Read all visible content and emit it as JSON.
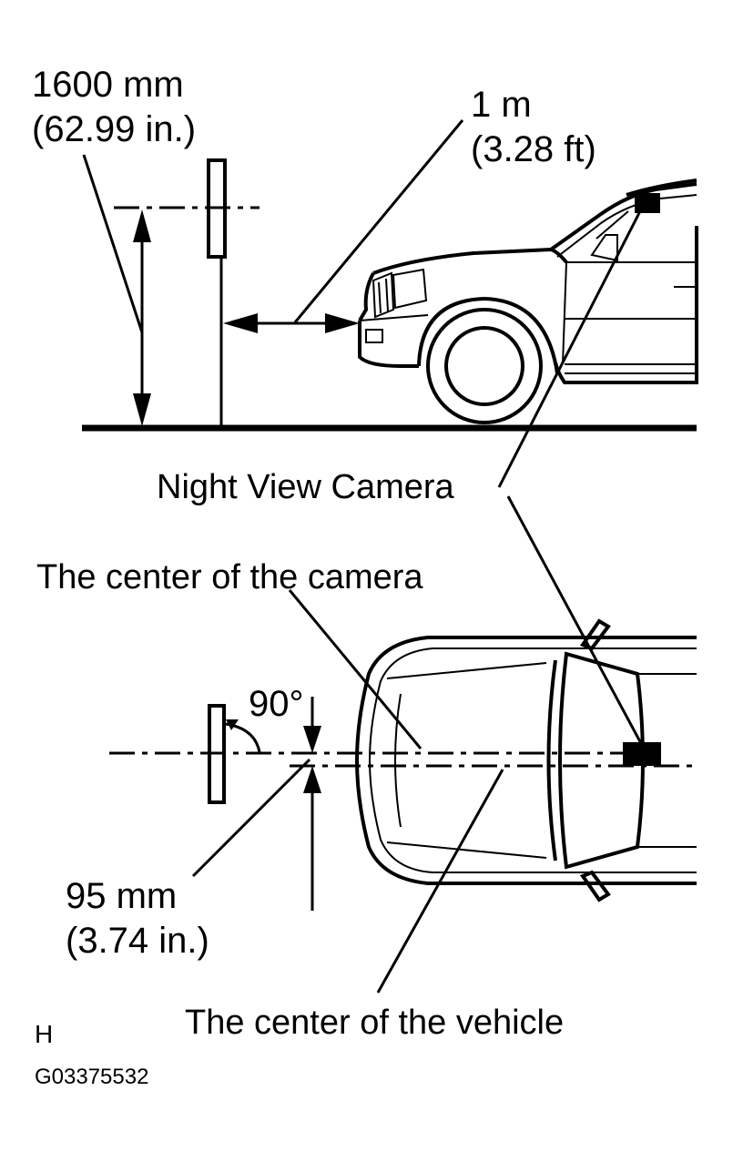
{
  "target_height_mm": "1600 mm",
  "target_height_in": "(62.99 in.)",
  "distance_m": "1 m",
  "distance_ft": "(3.28 ft)",
  "camera_label": "Night View Camera",
  "camera_center_label": "The center of the camera",
  "angle_label": "90°",
  "offset_mm": "95 mm",
  "offset_in": "(3.74 in.)",
  "vehicle_center_label": "The center of the vehicle",
  "view_code": "H",
  "figure_id": "G03375532"
}
